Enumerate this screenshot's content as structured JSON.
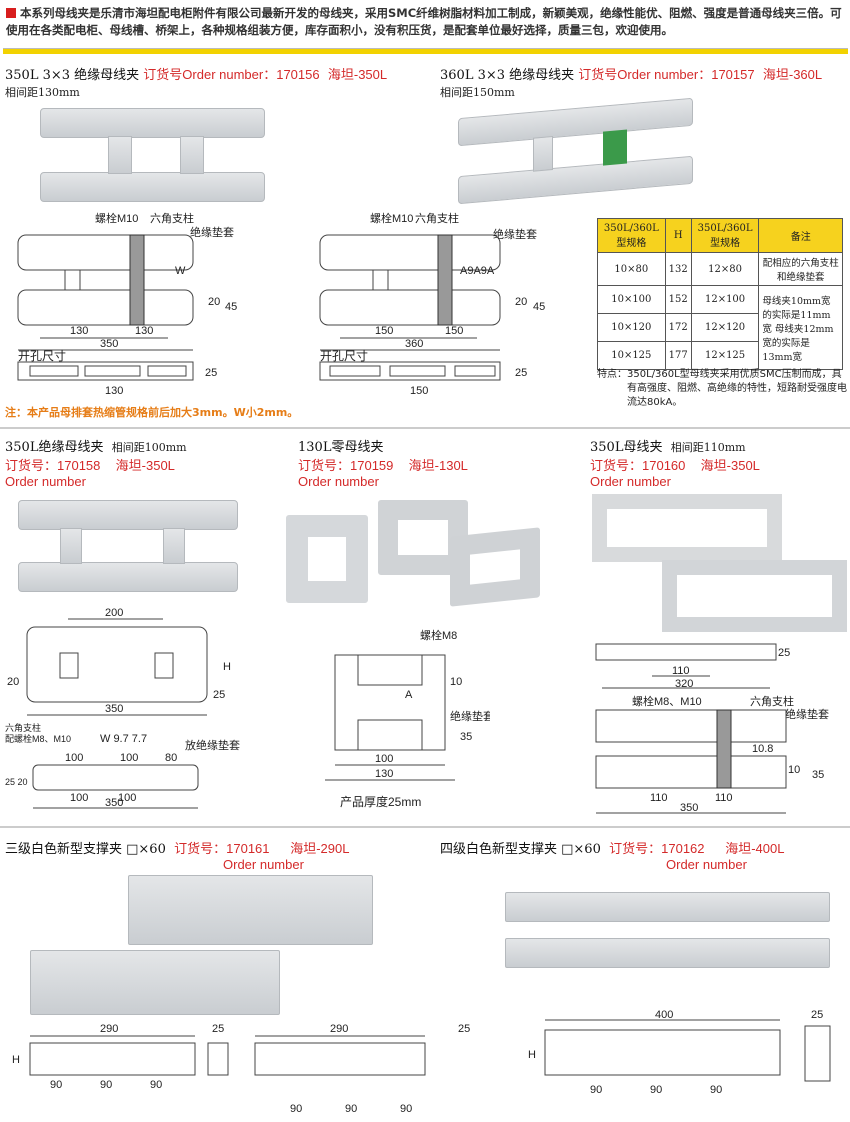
{
  "intro": "本系列母线夹是乐清市海坦配电柜附件有限公司最新开发的母线夹，采用SMC纤维树脂材料加工制成，新颖美观，绝缘性能优、阻燃、强度是普通母线夹三倍。可使用在各类配电柜、母线槽、桥架上，各种规格组装方便，库存面积小，没有积压货，是配套单位最好选择，质量三包，欢迎使用。",
  "p1": {
    "title": "350L 3×3 绝缘母线夹",
    "order": "订货号Order number：170156",
    "brand": "海坦-350L",
    "spacing": "相间距130mm",
    "labels": {
      "bolt": "螺栓M10",
      "hex": "六角支柱",
      "insul": "绝缘垫套",
      "w": "W",
      "d20": "20",
      "d45": "45",
      "a": "130",
      "b": "130",
      "total": "350",
      "holes": "开孔尺寸",
      "h25": "25",
      "hp": "130"
    }
  },
  "p2": {
    "title": "360L 3×3 绝缘母线夹",
    "order": "订货号Order number：170157",
    "brand": "海坦-360L",
    "spacing": "相间距150mm",
    "labels": {
      "bolt": "螺栓M10",
      "hex": "六角支柱",
      "insul": "绝缘垫套",
      "a9": "A9A9A",
      "d20": "20",
      "d45": "45",
      "a": "150",
      "b": "150",
      "total": "360",
      "holes": "开孔尺寸",
      "h25": "25",
      "hp": "150"
    }
  },
  "table": {
    "headers": [
      "350L/360L 型规格",
      "H",
      "350L/360L 型规格",
      "备注"
    ],
    "rows": [
      [
        "10×80",
        "132",
        "12×80",
        "配相应的六角支柱和绝缘垫套"
      ],
      [
        "10×100",
        "152",
        "12×100",
        "母线夹10mm宽的实际是11mm宽 母线夹12mm宽的实际是13mm宽"
      ],
      [
        "10×120",
        "172",
        "12×120"
      ],
      [
        "10×125",
        "177",
        "12×125"
      ]
    ],
    "features_label": "特点：",
    "features": "350L/360L型母线夹采用优质SMC压制而成，具有高强度、阻燃、高绝缘的特性，短路耐受强度电流达80kA。"
  },
  "note": "注：本产品母排套热缩管规格前后加大3mm。W小2mm。",
  "p3": {
    "title": "350L绝缘母线夹",
    "spacing": "相间距100mm",
    "order": "订货号：170158",
    "brand": "海坦-350L",
    "order_en": "Order number",
    "labels": {
      "d200": "200",
      "H": "H",
      "d20": "20",
      "d25": "25",
      "total": "350",
      "hex": "六角支柱",
      "bolt": "配螺栓M8、M10",
      "w": "W  9.7  7.7",
      "insul": "放绝缘垫套",
      "t100a": "100",
      "t100b": "100",
      "t80": "80",
      "b100a": "100",
      "b100b": "100",
      "s2520": "25 20",
      "total2": "350"
    }
  },
  "p4": {
    "title": "130L零母线夹",
    "order": "订货号：170159",
    "brand": "海坦-130L",
    "order_en": "Order number",
    "labels": {
      "bolt": "螺栓M8",
      "d10": "10",
      "A": "A",
      "insul": "绝缘垫套",
      "d35": "35",
      "d100": "100",
      "d130": "130",
      "thickness": "产品厚度25mm"
    }
  },
  "p5": {
    "title": "350L母线夹",
    "spacing": "相间距110mm",
    "order": "订货号：170160",
    "brand": "海坦-350L",
    "order_en": "Order number",
    "labels": {
      "h25": "25",
      "d110": "110",
      "d320": "320",
      "bolt": "螺栓M8、M10",
      "hex": "六角支柱",
      "insul": "绝缘垫套",
      "d108": "10.8",
      "d10": "10",
      "d35": "35",
      "b110a": "110",
      "b110b": "110",
      "total": "350"
    }
  },
  "p6": {
    "title": "三级白色新型支撑夹 □×60",
    "order": "订货号：170161",
    "brand": "海坦-290L",
    "order_en": "Order number",
    "labels": {
      "d290a": "290",
      "d290b": "290",
      "h25a": "25",
      "h25b": "25",
      "H": "H",
      "n": [
        "90",
        "90",
        "90",
        "90",
        "90",
        "90"
      ]
    }
  },
  "p7": {
    "title": "四级白色新型支撑夹 □×60",
    "order": "订货号：170162",
    "brand": "海坦-400L",
    "order_en": "Order number",
    "labels": {
      "d400": "400",
      "h25": "25",
      "H": "H",
      "n": [
        "90",
        "90",
        "90"
      ]
    }
  }
}
